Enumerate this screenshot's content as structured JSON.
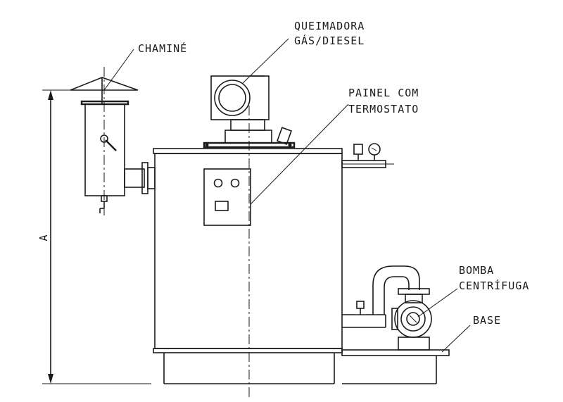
{
  "labels": {
    "chimney": "CHAMINÉ",
    "burner_line1": "QUEIMADORA",
    "burner_line2": "GÁS/DIESEL",
    "panel_line1": "PAINEL COM",
    "panel_line2": "TERMOSTATO",
    "pump_line1": "BOMBA",
    "pump_line2": "CENTRÍFUGA",
    "base": "BASE"
  },
  "dimension": {
    "height_label": "A"
  },
  "colors": {
    "line": "#1a1a1a",
    "background": "#ffffff"
  }
}
